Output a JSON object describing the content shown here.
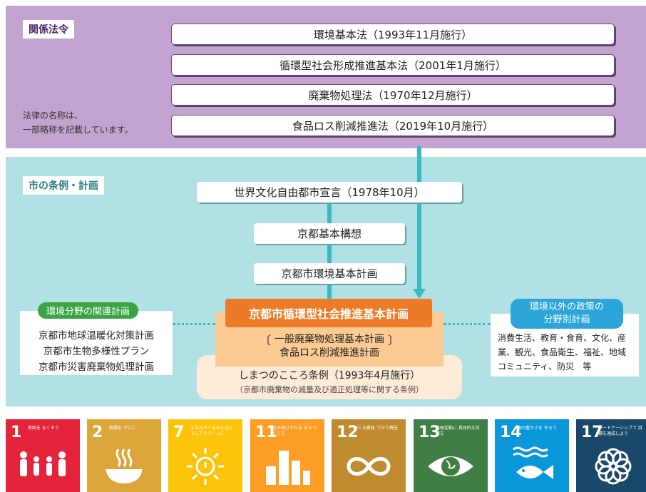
{
  "laws": {
    "tag": "関係法令",
    "items": [
      "環境基本法（1993年11月施行）",
      "循環型社会形成推進基本法（2001年1月施行）",
      "廃棄物処理法（1970年12月施行）",
      "食品ロス削減推進法（2019年10月施行）"
    ],
    "note_line1": "法律の名称は、",
    "note_line2": "一部略称を記載しています。"
  },
  "city": {
    "tag": "市の条例・計画",
    "declaration": "世界文化自由都市宣言（1978年10月）",
    "concept": "京都基本構想",
    "env_plan": "京都市環境基本計画",
    "main_plan": "京都市循環型社会推進基本計画",
    "sub_plan1": "一般廃棄物処理基本計画",
    "sub_plan2": "食品ロス削減推進計画",
    "ordinance": "しまつのこころ条例（1993年4月施行）",
    "ordinance_sub": "（京都市廃棄物の減量及び適正処理等に関する条例）",
    "left_label": "環境分野の関連計画",
    "left_items": [
      "京都市地球温暖化対策計画",
      "京都市生物多様性プラン",
      "京都市災害廃棄物処理計画"
    ],
    "right_label1": "環境以外の政策の",
    "right_label2": "分野別計画",
    "right_text": "消費生活、教育・食育、文化、産業、観光、食品衛生、福祉、地域コミュニティ、防災　等"
  },
  "sdgs": [
    {
      "num": "1",
      "text": "貧困を なくそう",
      "color": "#e5243b",
      "icon": "family-icon"
    },
    {
      "num": "2",
      "text": "飢餓を ゼロに",
      "color": "#dda63a",
      "icon": "bowl-icon"
    },
    {
      "num": "7",
      "text": "エネルギーをみんなに そしてクリーンに",
      "color": "#fcc30b",
      "icon": "sun-icon"
    },
    {
      "num": "11",
      "text": "住み続けられる まちづくりを",
      "color": "#fd9d24",
      "icon": "city-icon"
    },
    {
      "num": "12",
      "text": "つくる責任 つかう責任",
      "color": "#bf8b2e",
      "icon": "infinity-icon"
    },
    {
      "num": "13",
      "text": "気候変動に 具体的な対策を",
      "color": "#3f7e44",
      "icon": "eye-earth-icon"
    },
    {
      "num": "14",
      "text": "海の豊かさを 守ろう",
      "color": "#0a97d9",
      "icon": "fish-icon"
    },
    {
      "num": "17",
      "text": "パートナーシップで 目標を達成しよう",
      "color": "#19486a",
      "icon": "flower-icon"
    }
  ]
}
